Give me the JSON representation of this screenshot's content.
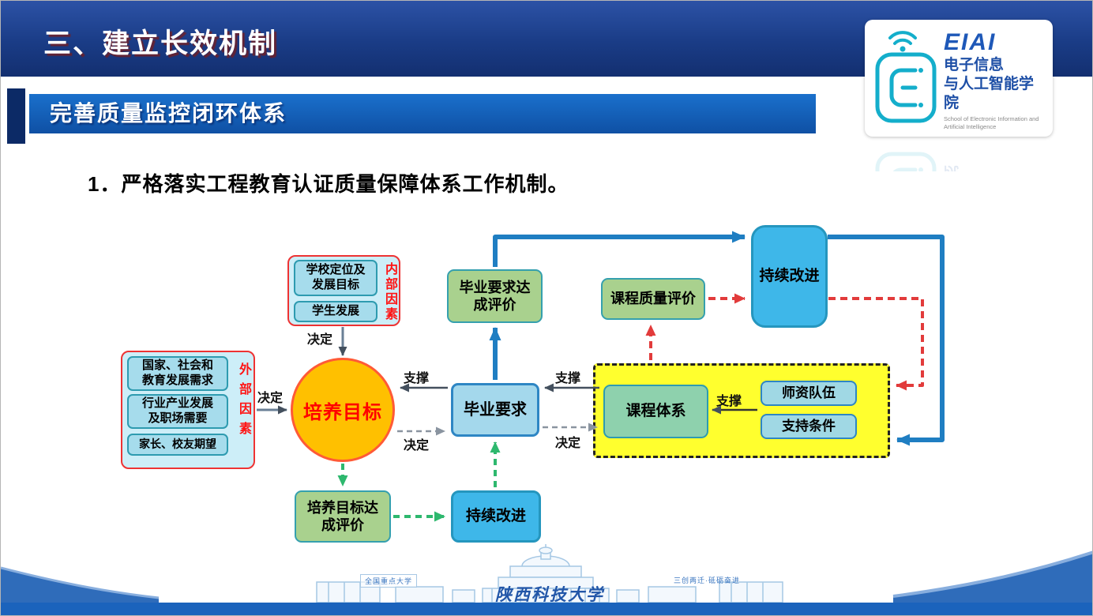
{
  "header": {
    "title": "三、建立长效机制"
  },
  "logo": {
    "acronym": "EIAI",
    "line1": "电子信息",
    "line2": "与人工智能学院",
    "subtitle": "School of Electronic Information and Artificial Intelligence"
  },
  "banner": {
    "text": "完善质量监控闭环体系"
  },
  "body": {
    "point1": "1．严格落实工程教育认证质量保障体系工作机制。"
  },
  "diagram": {
    "internal_factors": {
      "side_label": "内部因素",
      "item1": "学校定位及发展目标",
      "item2": "学生发展"
    },
    "external_factors": {
      "side_label": "外部因素",
      "item1": "国家、社会和教育发展需求",
      "item2": "行业产业发展及职场需要",
      "item3": "家长、校友期望"
    },
    "training_goal": "培养目标",
    "graduation_req": "毕业要求",
    "grad_eval": "毕业要求达成评价",
    "course_eval": "课程质量评价",
    "improve_top": "持续改进",
    "course_system": "课程体系",
    "faculty": "师资队伍",
    "support_cond": "支持条件",
    "goal_eval": "培养目标达成评价",
    "improve_bottom": "持续改进",
    "label_decide": "决定",
    "label_support": "支撑"
  },
  "footer": {
    "left_badge": "全国重点大学",
    "university": "陕西科技大学",
    "right_badge": "三创两迁·砥砺奋进"
  },
  "colors": {
    "header_blue": "#1a3c86",
    "banner_blue": "#1160bc",
    "accent_navy": "#0c2a66",
    "circle_fill": "#ffc000",
    "circle_text": "#ff0000",
    "green_box": "#a9d18e",
    "blue_box": "#a4d8ec",
    "cyan_box": "#3eb7e9",
    "course_box": "#8ed1ad",
    "yellow_container": "#ffff2e",
    "arrow_blue": "#1f7ec2",
    "arrow_red": "#e23b3b",
    "arrow_green": "#2eb86e",
    "logo_teal": "#14aecb",
    "footer_blue": "#1b63bc"
  }
}
